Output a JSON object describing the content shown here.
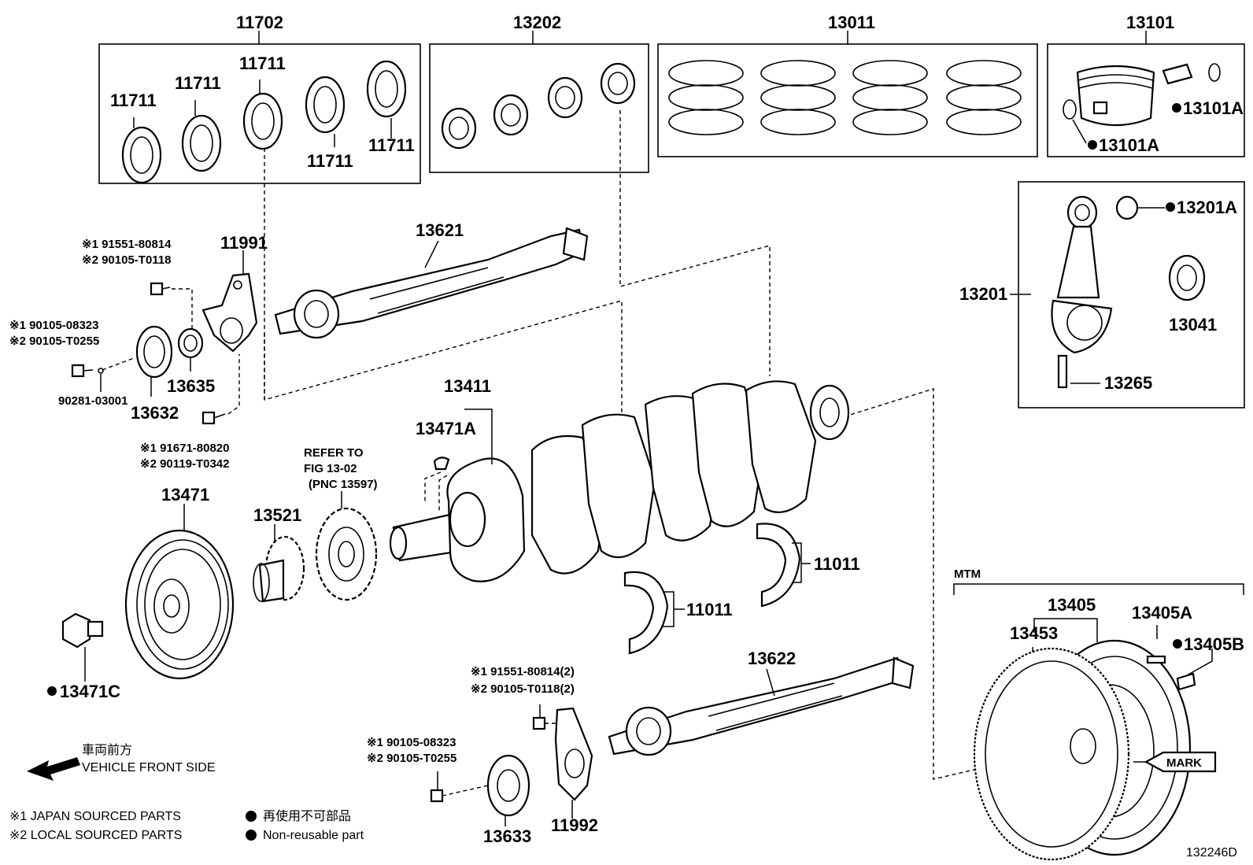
{
  "labels": {
    "bearing_set": "11702",
    "conrod_bearing_set": "13202",
    "piston_ring_set": "13011",
    "piston_sub_assy": "13101",
    "main_bearing_1": "11711",
    "main_bearing_2": "11711",
    "main_bearing_3": "11711",
    "main_bearing_4": "11711",
    "main_bearing_5": "11711",
    "piston_pin_snap_1": "13101A",
    "piston_pin_snap_2": "13101A",
    "conrod_bushing": "13201A",
    "conrod_assy": "13201",
    "conrod_bearing": "13041",
    "conrod_bolt": "13265",
    "balance_shaft_1": "13621",
    "balance_shaft_plate_1": "11991",
    "balance_gear": "13632",
    "balance_washer": "13635",
    "crankshaft": "13411",
    "crank_key": "13471A",
    "crank_pulley": "13471",
    "crank_pulley_bolt": "13471C",
    "crank_gear": "13521",
    "thrust_washer_1": "11011",
    "thrust_washer_2": "11011",
    "balance_shaft_2": "13622",
    "balance_gear_2": "13633",
    "balance_shaft_plate_2": "11992",
    "flywheel_assy": "13405",
    "flywheel_bolt": "13405A",
    "ring_gear": "13453",
    "flywheel_pin": "13405B"
  },
  "part_numbers": {
    "bolt_a_1": "※1 91551-80814",
    "bolt_a_2": "※2 90105-T0118",
    "bolt_b_1": "※1 90105-08323",
    "bolt_b_2": "※2 90105-T0255",
    "pin": "90281-03001",
    "bolt_c_1": "※1 91671-80820",
    "bolt_c_2": "※2 90119-T0342",
    "bolt_d_1": "※1 91551-80814(2)",
    "bolt_d_2": "※2 90105-T0118(2)",
    "bolt_e_1": "※1 90105-08323",
    "bolt_e_2": "※2 90105-T0255"
  },
  "refer": {
    "line1": "REFER TO",
    "line2": "FIG 13-02",
    "line3": "(PNC 13597)"
  },
  "notes": {
    "mtm": "MTM",
    "mark": "MARK",
    "vehicle_front_jp": "車両前方",
    "vehicle_front_en": "VEHICLE FRONT SIDE",
    "legend_japan": "※1 JAPAN SOURCED PARTS",
    "legend_local": "※2 LOCAL SOURCED PARTS",
    "non_reusable_jp": "再使用不可部品",
    "non_reusable_en": "Non-reusable part",
    "figure_id": "132246D"
  }
}
